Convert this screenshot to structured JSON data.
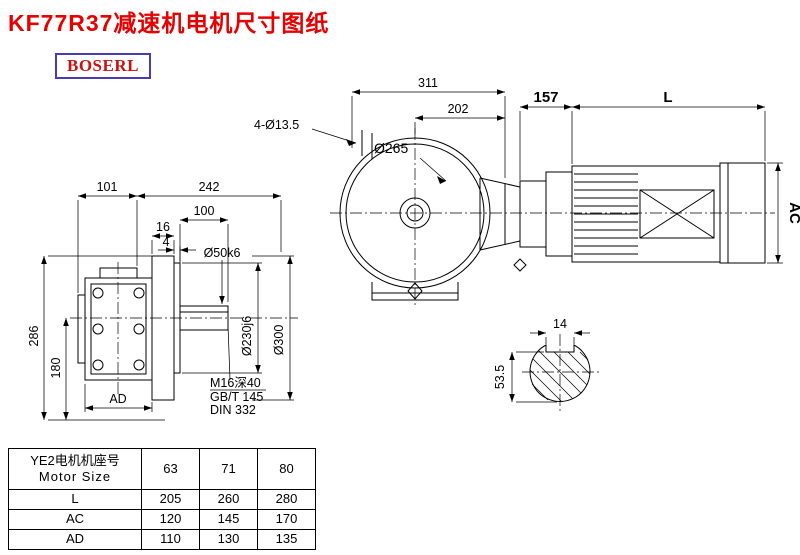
{
  "title": "KF77R37减速机电机尺寸图纸",
  "brand": {
    "logo_text": "BOSERL"
  },
  "colors": {
    "title-red": "#e60000",
    "logo-red": "#cc1111",
    "logo-border": "#483cb4",
    "line-black": "#000000"
  },
  "front_view": {
    "dim_101": "101",
    "dim_242": "242",
    "dim_100": "100",
    "dim_16": "16",
    "dim_4": "4",
    "dim_286": "286",
    "dim_180": "180",
    "dim_ad": "AD",
    "label_shaft_dia": "Ø50k6",
    "label_spigot_dia": "Ø230j6",
    "label_flange_dia": "Ø300",
    "note_tap": "M16深40",
    "note_std_gb": "GB/T 145",
    "note_std_din": "DIN 332"
  },
  "side_view": {
    "dim_311": "311",
    "dim_202": "202",
    "dim_holes": "4-Ø13.5",
    "dim_flange": "Ø265",
    "dim_157": "157",
    "dim_l": "L",
    "dim_ac": "AC"
  },
  "shaft_section": {
    "dim_key_width": "14",
    "dim_height": "53.5"
  },
  "table": {
    "header_cn": "YE2电机机座号",
    "header_en": "Motor Size",
    "sizes": [
      "63",
      "71",
      "80"
    ],
    "rows": [
      {
        "label": "L",
        "values": [
          "205",
          "260",
          "280"
        ]
      },
      {
        "label": "AC",
        "values": [
          "120",
          "145",
          "170"
        ]
      },
      {
        "label": "AD",
        "values": [
          "110",
          "130",
          "135"
        ]
      }
    ]
  }
}
